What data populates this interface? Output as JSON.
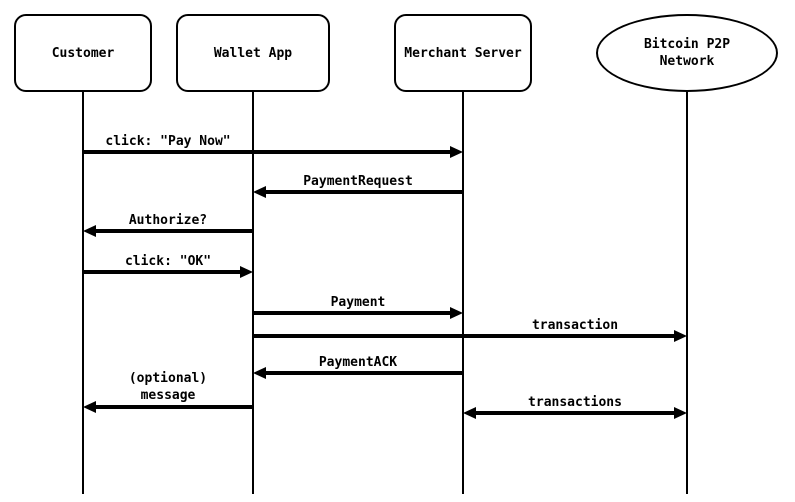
{
  "diagram": {
    "type": "sequence-diagram",
    "subject": "Bitcoin payment protocol message flow",
    "colors": {
      "background": "#ffffff",
      "stroke": "#000000",
      "text": "#000000"
    },
    "participants": [
      {
        "label": "Customer",
        "shape": "rounded-rectangle"
      },
      {
        "label": "Wallet App",
        "shape": "rounded-rectangle"
      },
      {
        "label": "Merchant Server",
        "shape": "rounded-rectangle"
      },
      {
        "label": "Bitcoin P2P\nNetwork",
        "shape": "ellipse"
      }
    ],
    "messages": [
      {
        "label": "click: \"Pay Now\"",
        "from": "Customer",
        "to": "Merchant Server",
        "direction": "right"
      },
      {
        "label": "PaymentRequest",
        "from": "Merchant Server",
        "to": "Wallet App",
        "direction": "left"
      },
      {
        "label": "Authorize?",
        "from": "Wallet App",
        "to": "Customer",
        "direction": "left"
      },
      {
        "label": "click: \"OK\"",
        "from": "Customer",
        "to": "Wallet App",
        "direction": "right"
      },
      {
        "label": "Payment",
        "from": "Wallet App",
        "to": "Merchant Server",
        "direction": "right"
      },
      {
        "label": "transaction",
        "from": "Wallet App",
        "to": "Bitcoin P2P Network",
        "direction": "right"
      },
      {
        "label": "PaymentACK",
        "from": "Merchant Server",
        "to": "Wallet App",
        "direction": "left"
      },
      {
        "label": "(optional)\nmessage",
        "from": "Wallet App",
        "to": "Customer",
        "direction": "left"
      },
      {
        "label": "transactions",
        "from": "Merchant Server",
        "to": "Bitcoin P2P Network",
        "direction": "both"
      }
    ]
  }
}
